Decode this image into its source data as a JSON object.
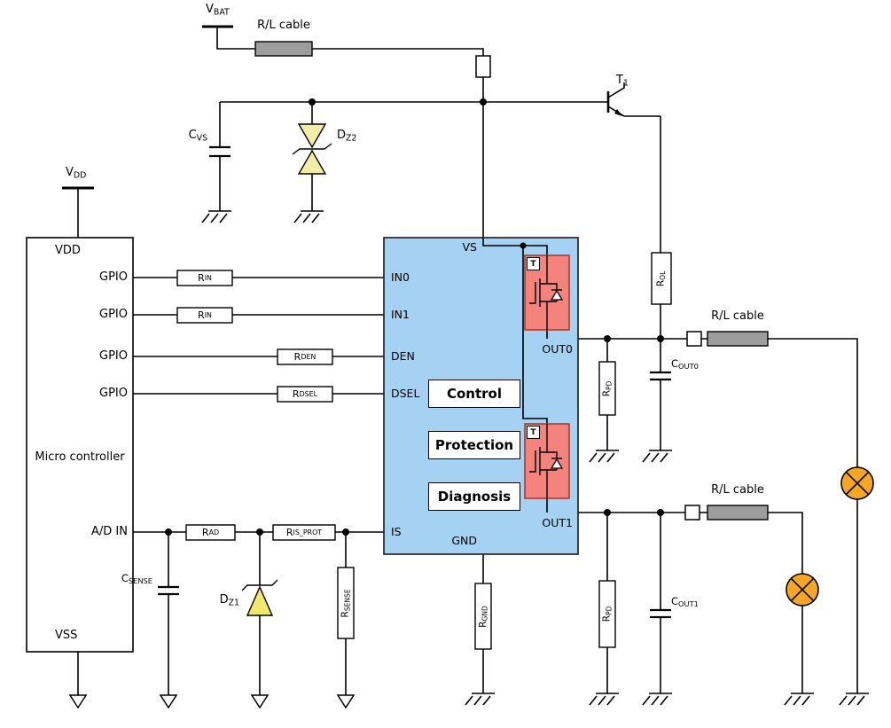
{
  "colors": {
    "ic_fill": "#a5d2f3",
    "mosfet_fill": "#f4837d",
    "zener_pale": "#f2eda6",
    "zener_bright": "#f1e96e",
    "lamp_fill": "#f5a623",
    "cable_fill": "#9d9d9d"
  },
  "supplies": {
    "vbat": {
      "text": "V",
      "sub": "BAT"
    },
    "vdd": {
      "text": "V",
      "sub": "DD"
    }
  },
  "cables": {
    "label": "R/L cable"
  },
  "transistor": {
    "text": "T",
    "sub": "1"
  },
  "microcontroller": {
    "title": "Micro controller",
    "pins": {
      "vdd": "VDD",
      "gpio": "GPIO",
      "adin": "A/D IN",
      "vss": "VSS"
    }
  },
  "ic": {
    "pins": {
      "vs": "VS",
      "in0": "IN0",
      "in1": "IN1",
      "den": "DEN",
      "dsel": "DSEL",
      "is": "IS",
      "gnd": "GND",
      "out0": "OUT0",
      "out1": "OUT1"
    },
    "blocks": {
      "control": "Control",
      "protection": "Protection",
      "diagnosis": "Diagnosis"
    },
    "temp": "T"
  },
  "components": {
    "cvs": {
      "text": "C",
      "sub": "VS"
    },
    "dz2": {
      "text": "D",
      "sub": "Z2"
    },
    "rin": {
      "text": "R",
      "sub": "IN"
    },
    "rden": {
      "text": "R",
      "sub": "DEN"
    },
    "rdsel": {
      "text": "R",
      "sub": "DSEL"
    },
    "rad": {
      "text": "R",
      "sub": "AD"
    },
    "risprot": {
      "text": "R",
      "sub": "IS_PROT"
    },
    "csense": {
      "text": "C",
      "sub": "SENSE"
    },
    "dz1": {
      "text": "D",
      "sub": "Z1"
    },
    "rsense": {
      "text": "R",
      "sub": "SENSE"
    },
    "rgnd": {
      "text": "R",
      "sub": "GND"
    },
    "rol": {
      "text": "R",
      "sub": "OL"
    },
    "rpd": {
      "text": "R",
      "sub": "PD"
    },
    "cout0": {
      "text": "C",
      "sub": "OUT0"
    },
    "cout1": {
      "text": "C",
      "sub": "OUT1"
    }
  }
}
